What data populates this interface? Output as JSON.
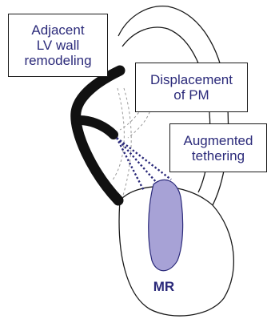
{
  "labels": {
    "remodeling": [
      "Adjacent",
      "LV wall",
      "remodeling"
    ],
    "displacement": [
      "Displacement",
      "of PM"
    ],
    "tethering": [
      "Augmented",
      "tethering"
    ],
    "regurgitation": "MR"
  },
  "colors": {
    "text": "#2b2a7a",
    "jet_fill": "#a7a2d6",
    "jet_stroke": "#2b2a7a",
    "wall": "#111111",
    "outline": "#1a1a1a",
    "dashed_wall": "#9a9a9a",
    "tether_dots": "#2b2a7a"
  }
}
